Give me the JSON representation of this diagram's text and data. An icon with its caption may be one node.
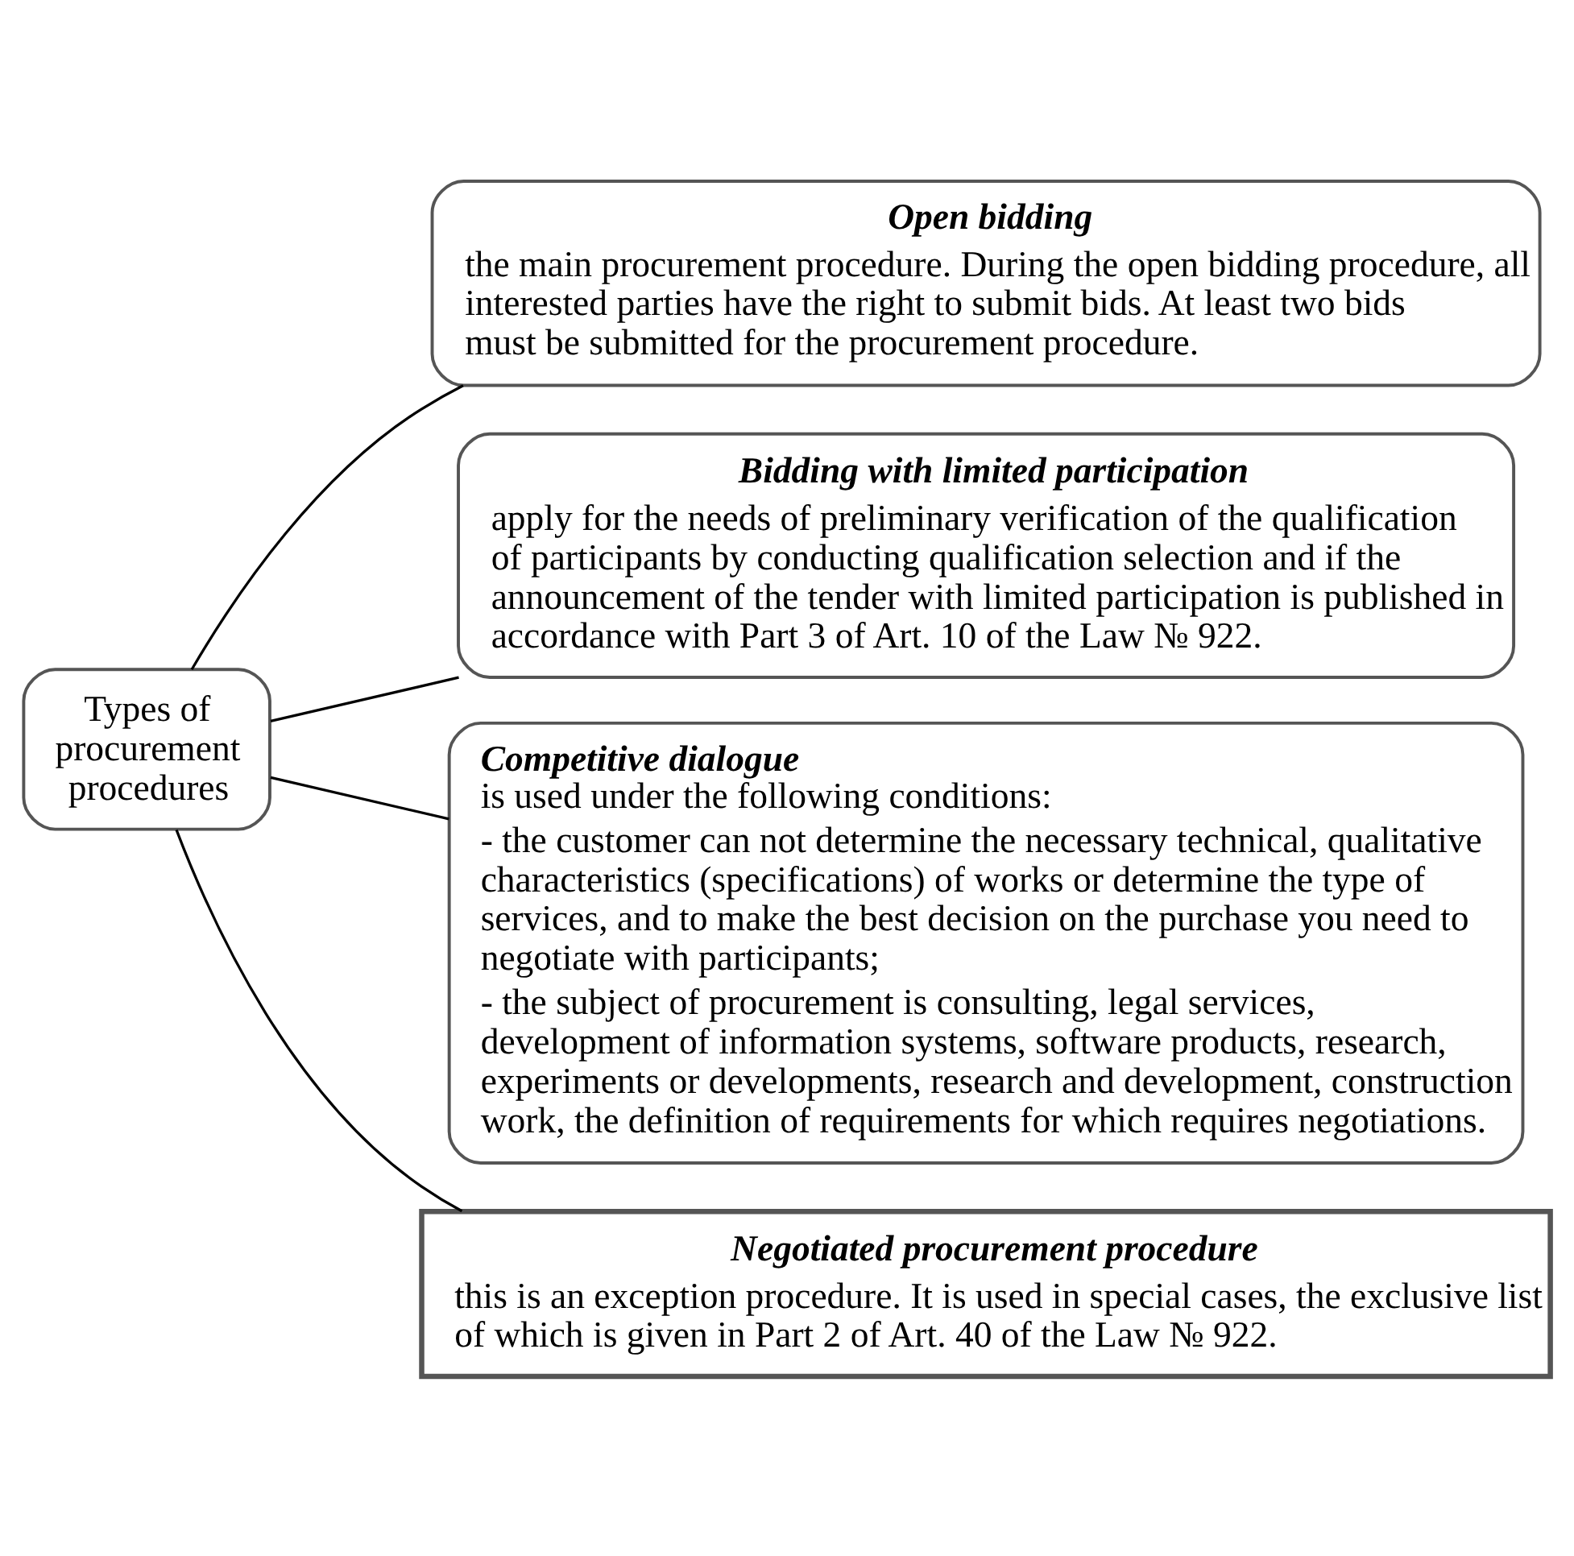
{
  "diagram": {
    "nodes": [
      {
        "text": [
          "Types of procurement procedures"
        ]
      },
      {
        "text": [
          "Open bidding",
          "the main procurement procedure. During the open bidding procedure, all interested parties have the right to submit bids. At least two bids must be submitted for the procurement procedure."
        ]
      },
      {
        "text": [
          "Bidding with limited participation",
          "apply for the needs of preliminary verification of the qualification of participants by conducting qualification selection and if the announcement of the tender with limited participation is published in accordance with Part 3 of Art. 10 of the Law № 922."
        ]
      },
      {
        "text": [
          "**Competitive dialogue** is used under the following conditions:",
          "- the customer can not determine the necessary technical, qualitative characteristics (specifications) of works or determine the type of services, and to make the best decision on the purchase you need to negotiate with participants;",
          "- the subject of procurement is consulting, legal services, development of information systems, software products, research, experiments or developments, research and development, construction work, the definition of requirements for which requires negotiations."
        ]
      },
      {
        "text": [
          "Negotiated procurement procedure",
          "this is an exception procedure. It is used in special cases, the exclusive list of which is given in Part 2 of Art. 40 of the Law № 922."
        ]
      }
    ],
    "edges": [
      {
        "from": 0,
        "to": 1,
        "arrow": "none"
      },
      {
        "from": 0,
        "to": 2,
        "arrow": "none"
      },
      {
        "from": 0,
        "to": 3,
        "arrow": "none"
      },
      {
        "from": 0,
        "to": 4,
        "arrow": "none"
      }
    ]
  }
}
